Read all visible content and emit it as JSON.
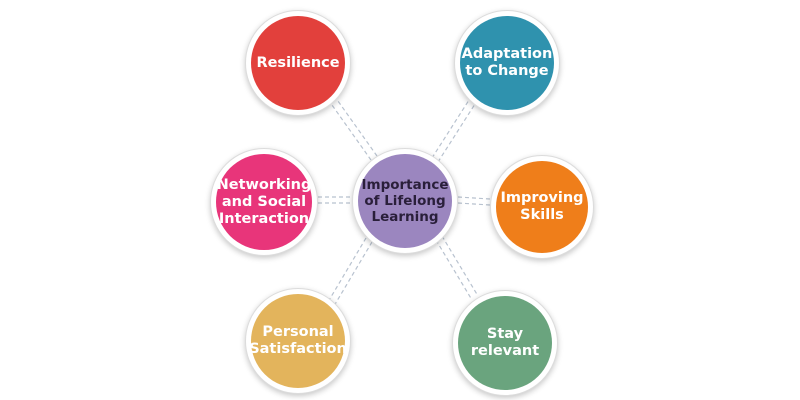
{
  "diagram": {
    "center": {
      "label": "Importance\nof Lifelong\nLearning",
      "color": "#9b86bf"
    },
    "nodes": [
      {
        "label": "Resilience",
        "color": "#e2403c"
      },
      {
        "label": "Adaptation\nto Change",
        "color": "#2f92ae"
      },
      {
        "label": "Networking\nand Social\nInteraction",
        "color": "#e8357a"
      },
      {
        "label": "Improving\nSkills",
        "color": "#ef7e1a"
      },
      {
        "label": "Personal\nSatisfaction",
        "color": "#e3b45c"
      },
      {
        "label": "Stay\nrelevant",
        "color": "#6aa47e"
      }
    ],
    "connector_color": "#b8c2cf"
  }
}
